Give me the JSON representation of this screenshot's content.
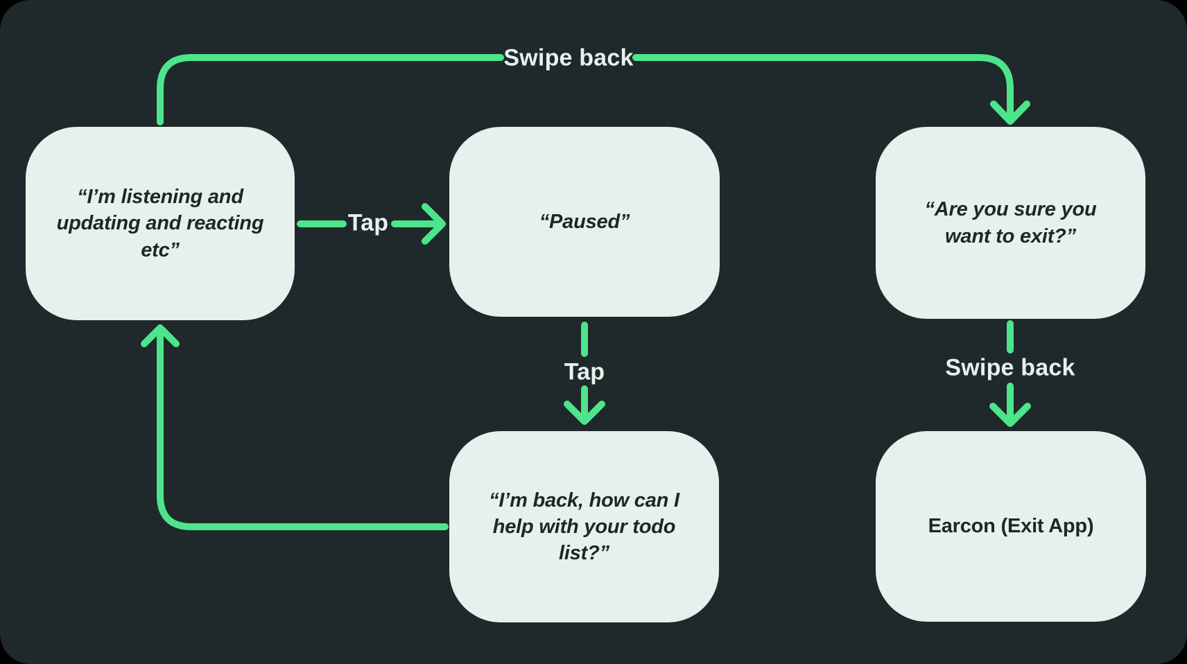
{
  "colors": {
    "background": "#000000",
    "panel": "#1f282a",
    "accent": "#4de58c",
    "node_fill": "#e8f0ed",
    "node_text": "#1d2628",
    "label_text": "#e9f0ec"
  },
  "nodes": [
    {
      "id": "listening",
      "label": "“I’m listening and updating and reacting etc”"
    },
    {
      "id": "paused",
      "label": "“Paused”"
    },
    {
      "id": "confirm-exit",
      "label": "“Are you sure you want to exit?”"
    },
    {
      "id": "resume",
      "label": "“I’m back, how can I help with your todo list?”"
    },
    {
      "id": "earcon",
      "label": "Earcon (Exit App)"
    }
  ],
  "edges": [
    {
      "id": "swipe-back-top",
      "label": "Swipe back",
      "from": "listening",
      "to": "confirm-exit"
    },
    {
      "id": "tap-to-pause",
      "label": "Tap",
      "from": "listening",
      "to": "paused"
    },
    {
      "id": "tap-to-resume",
      "label": "Tap",
      "from": "paused",
      "to": "resume"
    },
    {
      "id": "swipe-back-to-exit",
      "label": "Swipe back",
      "from": "confirm-exit",
      "to": "earcon"
    },
    {
      "id": "resume-to-listening",
      "label": "",
      "from": "resume",
      "to": "listening"
    }
  ]
}
